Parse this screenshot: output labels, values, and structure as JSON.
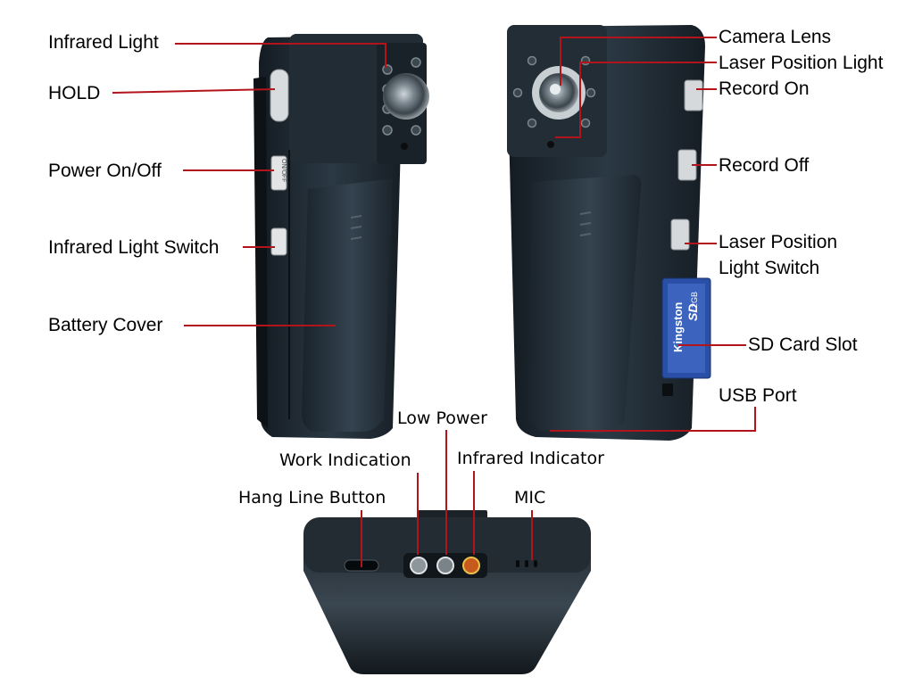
{
  "labels": {
    "infrared_light": "Infrared Light",
    "hold": "HOLD",
    "power_on_off": "Power On/Off",
    "infrared_light_switch": "Infrared Light Switch",
    "battery_cover": "Battery Cover",
    "camera_lens": "Camera Lens",
    "laser_position_light": "Laser Position Light",
    "record_on": "Record On",
    "record_off": "Record Off",
    "laser_position_light_switch_line1": "Laser Position",
    "laser_position_light_switch_line2": "Light Switch",
    "sd_card_slot": "SD Card Slot",
    "usb_port": "USB Port",
    "low_power": "Low Power",
    "work_indication": "Work Indication",
    "infrared_indicator": "Infrared Indicator",
    "hang_line_button": "Hang Line Button",
    "mic": "MIC"
  },
  "device_markings": {
    "power_button_text": "ON/OFF",
    "sd_card_brand": "Kingston",
    "sd_card_capacity": "2GB",
    "sd_card_logo": "SD"
  },
  "colors": {
    "leader_line": "#b3141b",
    "device_body": "#1f2a33",
    "background": "#ffffff"
  }
}
